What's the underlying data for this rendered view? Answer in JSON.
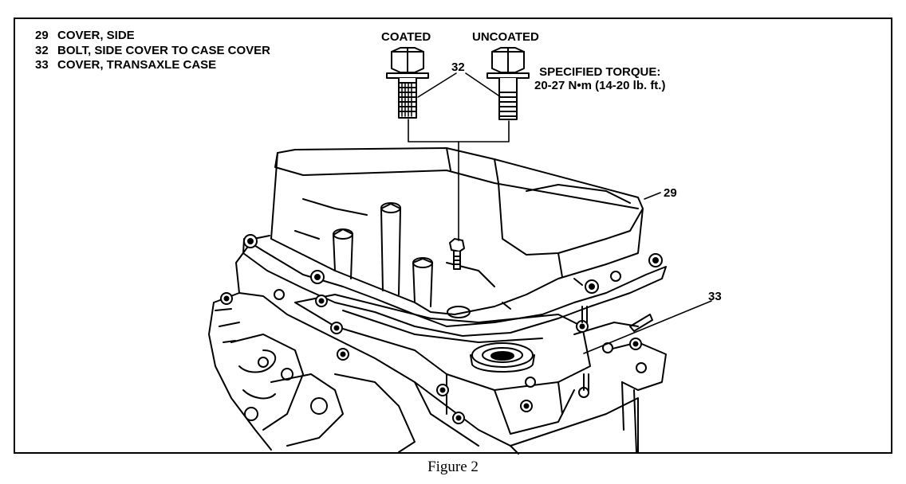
{
  "legend": [
    {
      "number": "29",
      "text": "COVER, SIDE"
    },
    {
      "number": "32",
      "text": "BOLT, SIDE COVER TO CASE COVER"
    },
    {
      "number": "33",
      "text": "COVER, TRANSAXLE CASE"
    }
  ],
  "bolts": {
    "coated_label": "COATED",
    "uncoated_label": "UNCOATED"
  },
  "callouts": {
    "bolt": "32",
    "side_cover": "29",
    "case_cover": "33"
  },
  "torque": {
    "title": "SPECIFIED TORQUE:",
    "value": "20-27 N•m (14-20 lb. ft.)"
  },
  "caption": "Figure 2"
}
